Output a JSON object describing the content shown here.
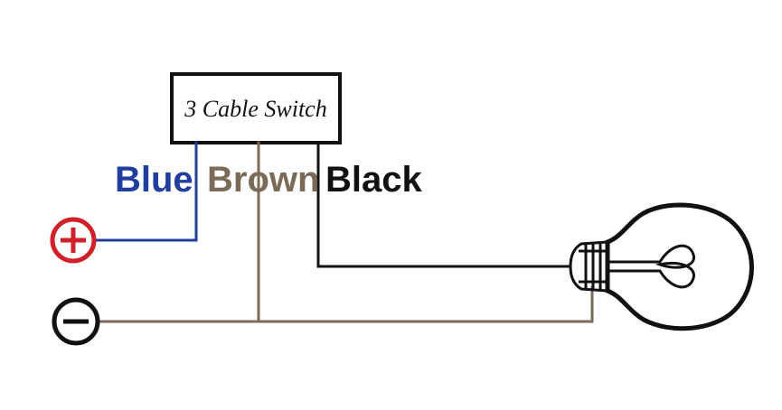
{
  "switch": {
    "label": "3 Cable Switch"
  },
  "wires": {
    "blue": {
      "label": "Blue",
      "color": "#1f3e9e"
    },
    "brown": {
      "label": "Brown",
      "color": "#7b6a58"
    },
    "black": {
      "label": "Black",
      "color": "#111111"
    }
  },
  "terminals": {
    "positive": {
      "icon": "plus-circle-icon",
      "color": "#d0202a"
    },
    "negative": {
      "icon": "minus-circle-icon",
      "color": "#111111"
    }
  },
  "load": {
    "icon": "light-bulb-icon",
    "color": "#111111"
  }
}
